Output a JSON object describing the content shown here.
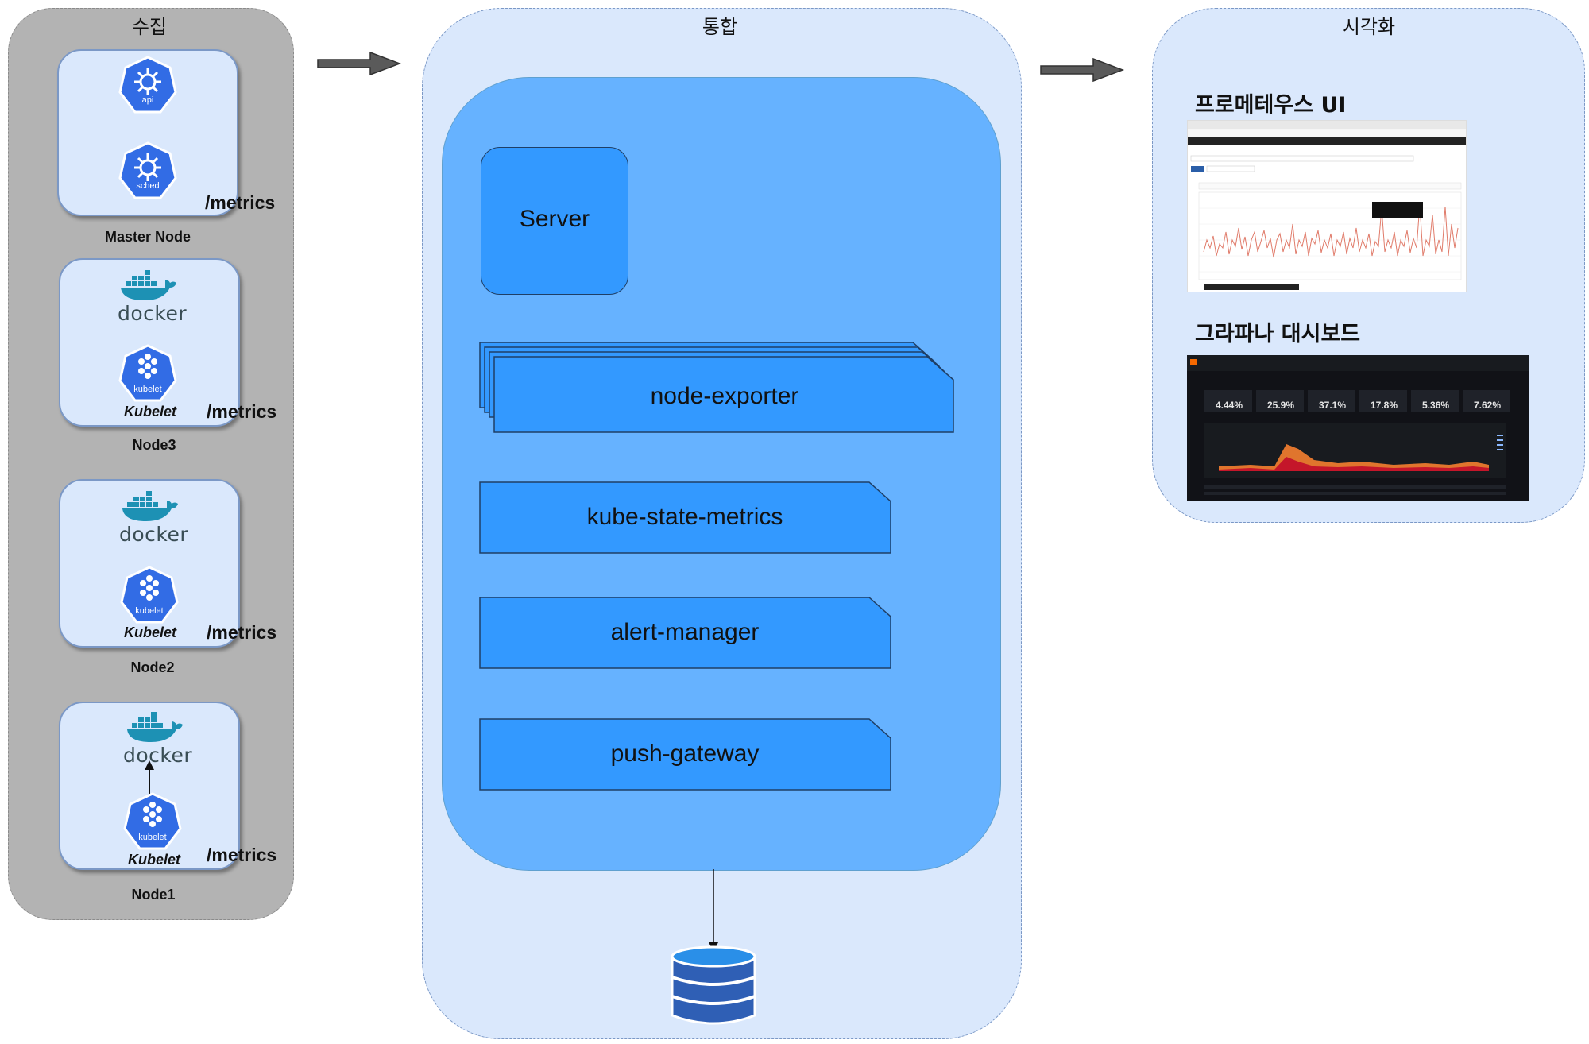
{
  "panels": {
    "collect": {
      "title": "수집"
    },
    "integrate": {
      "title": "통합"
    },
    "visualize": {
      "title": "시각화"
    }
  },
  "nodes": {
    "master": {
      "label": "Master Node",
      "metrics": "/metrics",
      "icons": [
        "api",
        "sched"
      ]
    },
    "node3": {
      "label": "Node3",
      "metrics": "/metrics",
      "docker": "docker",
      "badge": "kubelet",
      "kubelet": "Kubelet"
    },
    "node2": {
      "label": "Node2",
      "metrics": "/metrics",
      "docker": "docker",
      "badge": "kubelet",
      "kubelet": "Kubelet"
    },
    "node1": {
      "label": "Node1",
      "metrics": "/metrics",
      "docker": "docker",
      "badge": "kubelet",
      "kubelet": "Kubelet"
    }
  },
  "prometheus": {
    "server": "Server",
    "components": [
      "node-exporter",
      "kube-state-metrics",
      "alert-manager",
      "push-gateway"
    ],
    "storage_icon": "database-icon"
  },
  "visualization": {
    "prometheus_ui": {
      "heading": "프로메테우스 UI"
    },
    "grafana": {
      "heading": "그라파나 대시보드",
      "stats": [
        "4.44%",
        "25.9%",
        "37.1%",
        "17.8%",
        "5.36%",
        "7.62%"
      ]
    }
  },
  "colors": {
    "collect_bg": "#b3b3b3",
    "panel_bg": "#dae8fc",
    "inner_bg": "#66b2ff",
    "component_bg": "#3399ff",
    "k8s_blue": "#326ce5",
    "arrow": "#555555"
  }
}
